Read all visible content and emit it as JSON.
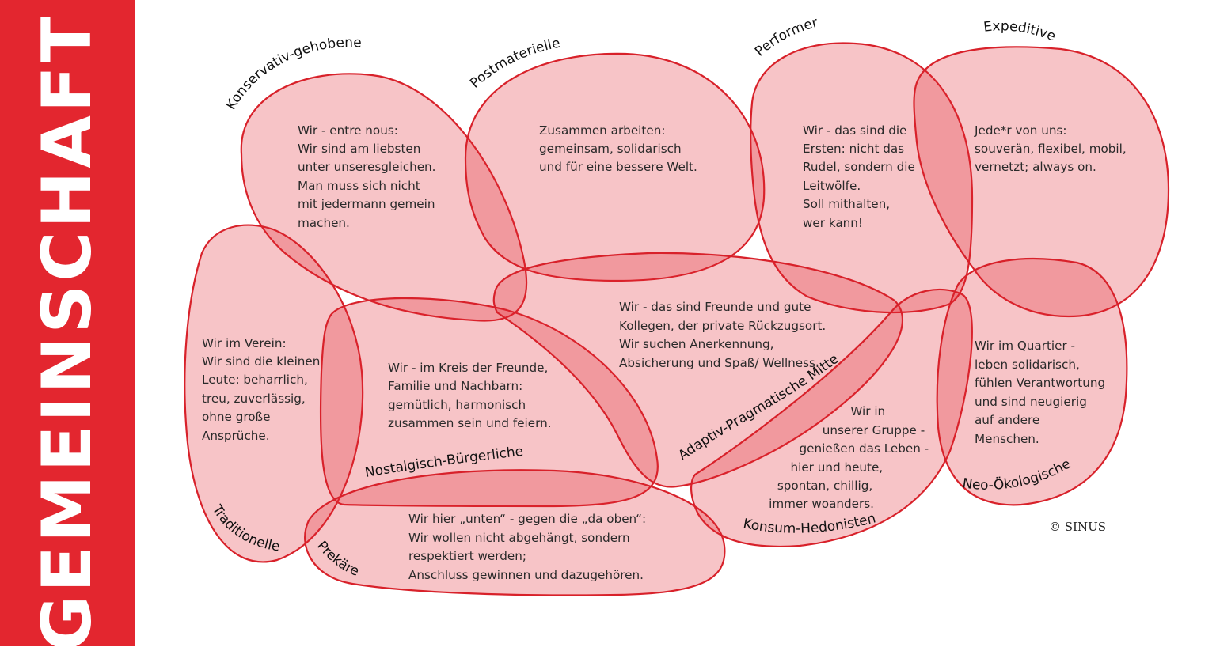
{
  "sidebar": {
    "title": "GEMEINSCHAFT"
  },
  "colors": {
    "accent": "#e3262f",
    "blob_fill": "#f8c3bd",
    "blob_stroke": "#d8212a"
  },
  "segments": {
    "konservativ": {
      "label": "Konservativ-gehobene",
      "lines": [
        "Wir - entre nous:",
        "Wir sind am liebsten",
        "unter unseresgleichen.",
        "Man muss sich nicht",
        "mit jedermann gemein",
        "machen."
      ]
    },
    "postmaterielle": {
      "label": "Postmaterielle",
      "lines": [
        "Zusammen arbeiten:",
        "gemeinsam, solidarisch",
        "und für eine bessere Welt."
      ]
    },
    "performer": {
      "label": "Performer",
      "lines": [
        "Wir - das sind die",
        "Ersten: nicht das",
        "Rudel, sondern die",
        "Leitwölfe.",
        "Soll mithalten,",
        "wer kann!"
      ]
    },
    "expeditive": {
      "label": "Expeditive",
      "lines": [
        "Jede*r von uns:",
        "souverän, flexibel, mobil,",
        "vernetzt; always on."
      ]
    },
    "traditionelle": {
      "label": "Traditionelle",
      "lines": [
        "Wir im Verein:",
        "Wir sind die kleinen",
        "Leute: beharrlich,",
        "treu, zuverlässig,",
        "ohne große",
        "Ansprüche."
      ]
    },
    "nostalgisch": {
      "label": "Nostalgisch-Bürgerliche",
      "lines": [
        "Wir - im Kreis der Freunde,",
        "Familie und Nachbarn:",
        "gemütlich, harmonisch",
        "zusammen sein und feiern."
      ]
    },
    "adaptiv": {
      "label": "Adaptiv-Pragmatische Mitte",
      "lines": [
        "Wir - das sind Freunde und gute",
        "Kollegen, der private Rückzugsort.",
        "Wir suchen Anerkennung,",
        "Absicherung und Spaß/ Wellness."
      ]
    },
    "konsum": {
      "label": "Konsum-Hedonisten",
      "lines": [
        "Wir in",
        "unserer Gruppe -",
        "genießen das Leben -",
        "hier und heute,",
        "spontan, chillig,",
        "immer woanders."
      ]
    },
    "neooeko": {
      "label": "Neo-Ökologische",
      "lines": [
        "Wir im Quartier -",
        "leben solidarisch,",
        "fühlen Verantwortung",
        "und sind neugierig",
        "auf andere",
        "Menschen."
      ]
    },
    "prekaere": {
      "label": "Prekäre",
      "lines": [
        "Wir hier „unten“ - gegen die „da oben“:",
        "Wir wollen nicht abgehängt, sondern",
        "respektiert werden;",
        "Anschluss gewinnen und dazugehören."
      ]
    }
  },
  "copyright": "© SINUS"
}
